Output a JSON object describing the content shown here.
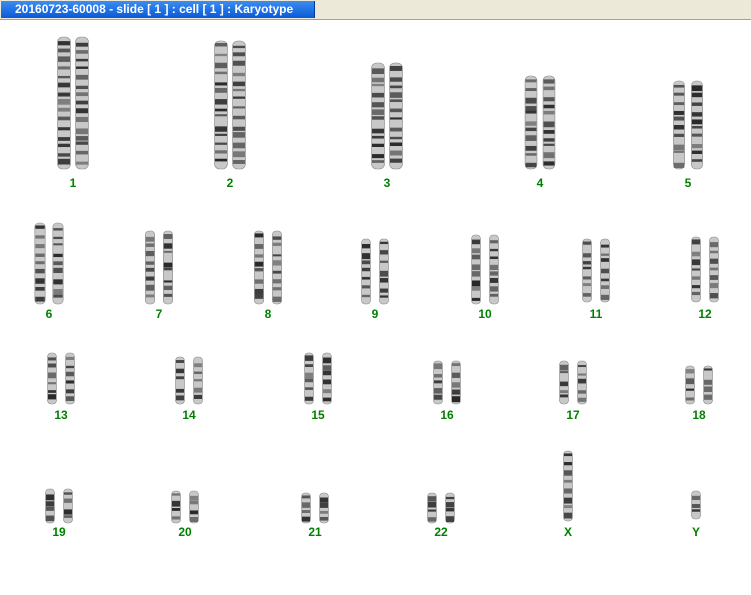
{
  "window": {
    "title": "20160723-60008 - slide [ 1 ] : cell [ 1 ] : Karyotype"
  },
  "karyotype": {
    "label_color": "#008000",
    "chromosomes": [
      "1",
      "2",
      "3",
      "4",
      "5",
      "6",
      "7",
      "8",
      "9",
      "10",
      "11",
      "12",
      "13",
      "14",
      "15",
      "16",
      "17",
      "18",
      "19",
      "20",
      "21",
      "22",
      "X",
      "Y"
    ]
  }
}
